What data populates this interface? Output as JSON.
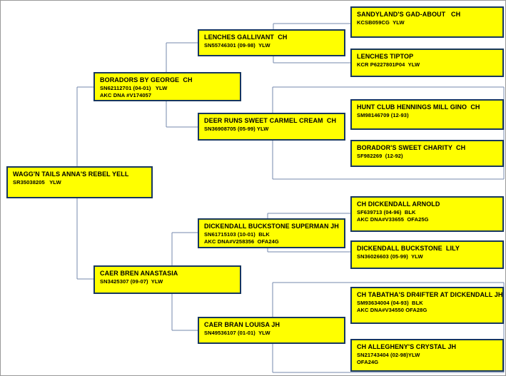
{
  "pedigree": {
    "colors": {
      "box_fill": "#ffff00",
      "box_border": "#17375e",
      "connector": "#7689ae",
      "text": "#000000"
    },
    "entries": [
      {
        "id": "root",
        "generation": 0,
        "role": "subject",
        "name": "WAGG'N TAILS ANNA'S REBEL YELL",
        "details": [
          "SR35038205   YLW"
        ]
      },
      {
        "id": "sire",
        "generation": 1,
        "role": "sire",
        "name": "BORADORS BY GEORGE  CH",
        "details": [
          "SN62112701 (04-01)   YLW",
          "AKC DNA #V174057"
        ]
      },
      {
        "id": "dam",
        "generation": 1,
        "role": "dam",
        "name": "CAER BREN ANASTASIA",
        "details": [
          "SN3425307 (09-07)  YLW"
        ]
      },
      {
        "id": "ss",
        "generation": 2,
        "role": "sire's sire",
        "name": "LENCHES GALLIVANT  CH",
        "details": [
          "SN55746301 (09-98)  YLW"
        ]
      },
      {
        "id": "sd",
        "generation": 2,
        "role": "sire's dam",
        "name": "DEER RUNS SWEET CARMEL CREAM  CH",
        "details": [
          "SN36908705 (05-99) YLW"
        ]
      },
      {
        "id": "ds",
        "generation": 2,
        "role": "dam's sire",
        "name": "DICKENDALL BUCKSTONE SUPERMAN JH",
        "details": [
          "SN61715103 (10-01)  BLK",
          "AKC DNA#V258356  OFA24G"
        ]
      },
      {
        "id": "dd",
        "generation": 2,
        "role": "dam's dam",
        "name": "CAER BRAN LOUISA JH",
        "details": [
          "SN49536107 (01-01)  YLW"
        ]
      },
      {
        "id": "sss",
        "generation": 3,
        "role": "great-grandsire",
        "name": "SANDYLAND'S GAD-ABOUT   CH",
        "details": [
          "KCSB059CG  YLW"
        ]
      },
      {
        "id": "ssd",
        "generation": 3,
        "role": "great-granddam",
        "name": "LENCHES TIPTOP",
        "details": [
          "KCR P6227801P04  YLW"
        ]
      },
      {
        "id": "sds",
        "generation": 3,
        "role": "great-grandsire",
        "name": "HUNT CLUB HENNINGS MILL GINO  CH",
        "details": [
          "SM98146709 (12-93)"
        ]
      },
      {
        "id": "sdd",
        "generation": 3,
        "role": "great-granddam",
        "name": "BORADOR'S SWEET CHARITY  CH",
        "details": [
          "SF982269  (12-92)"
        ]
      },
      {
        "id": "dss",
        "generation": 3,
        "role": "great-grandsire",
        "name": "CH DICKENDALL ARNOLD",
        "details": [
          "SF639713 (04-96)  BLK",
          "AKC DNA#V33655  OFA25G"
        ]
      },
      {
        "id": "dsd",
        "generation": 3,
        "role": "great-granddam",
        "name": "DICKENDALL BUCKSTONE  LILY",
        "details": [
          "SN36026603 (05-99)  YLW"
        ]
      },
      {
        "id": "dds",
        "generation": 3,
        "role": "great-grandsire",
        "name": "CH TABATHA'S DR4IFTER AT DICKENDALL JH",
        "details": [
          "SM93634004 (04-93)  BLK",
          "AKC DNA#V34550 OFA28G"
        ]
      },
      {
        "id": "ddd",
        "generation": 3,
        "role": "great-granddam",
        "name": "CH ALLEGHENY'S CRYSTAL JH",
        "details": [
          "SN21743404 (02-98)YLW",
          "OFA24G"
        ]
      }
    ]
  }
}
